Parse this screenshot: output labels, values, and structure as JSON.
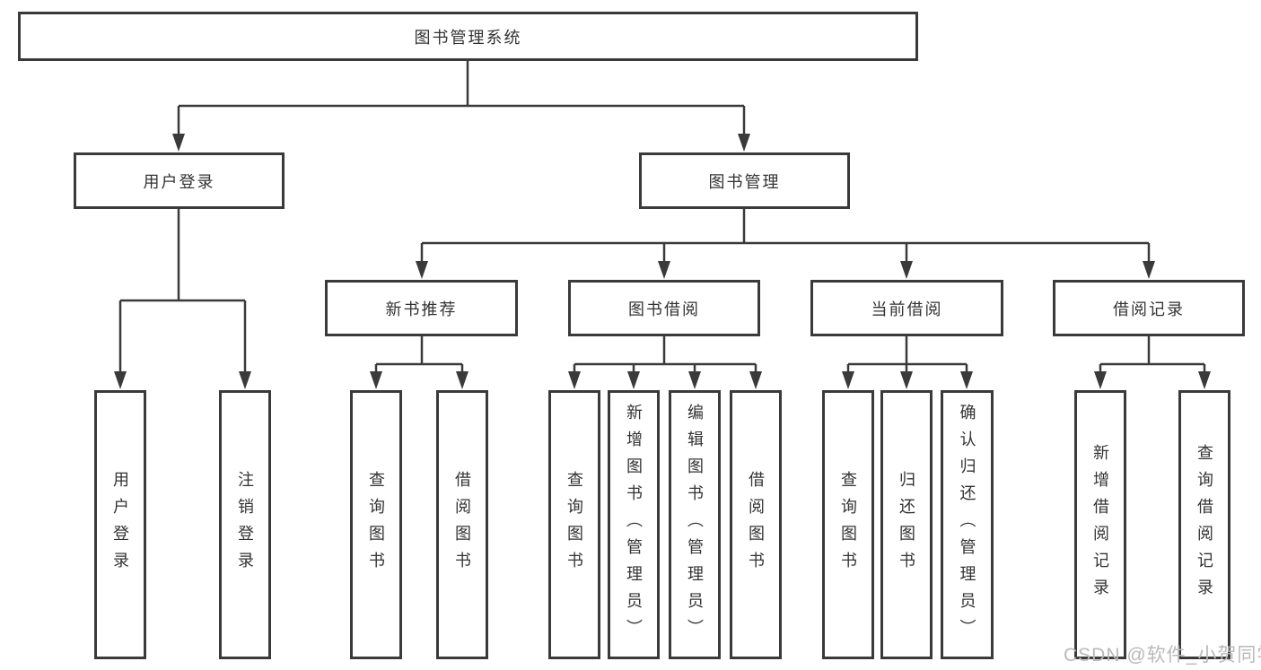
{
  "diagram": {
    "root": {
      "label": "图书管理系统"
    },
    "user_login": {
      "label": "用户登录",
      "children": [
        {
          "label": "用户登录"
        },
        {
          "label": "注销登录"
        }
      ]
    },
    "book_mgmt": {
      "label": "图书管理",
      "sections": [
        {
          "label": "新书推荐",
          "children": [
            {
              "label": "查询图书"
            },
            {
              "label": "借阅图书"
            }
          ]
        },
        {
          "label": "图书借阅",
          "children": [
            {
              "label": "查询图书"
            },
            {
              "label": "新增图书（管理员）"
            },
            {
              "label": "编辑图书（管理员）"
            },
            {
              "label": "借阅图书"
            }
          ]
        },
        {
          "label": "当前借阅",
          "children": [
            {
              "label": "查询图书"
            },
            {
              "label": "归还图书"
            },
            {
              "label": "确认归还（管理员）"
            }
          ]
        },
        {
          "label": "借阅记录",
          "children": [
            {
              "label": "新增借阅记录"
            },
            {
              "label": "查询借阅记录"
            }
          ]
        }
      ]
    }
  },
  "watermark": {
    "text": "CSDN @软件_小贺同学"
  },
  "colors": {
    "line": "#3a3a3a",
    "text": "#333333",
    "box_background": "#ffffff",
    "page_background": "#ffffff",
    "watermark": "#b9b9b9"
  }
}
